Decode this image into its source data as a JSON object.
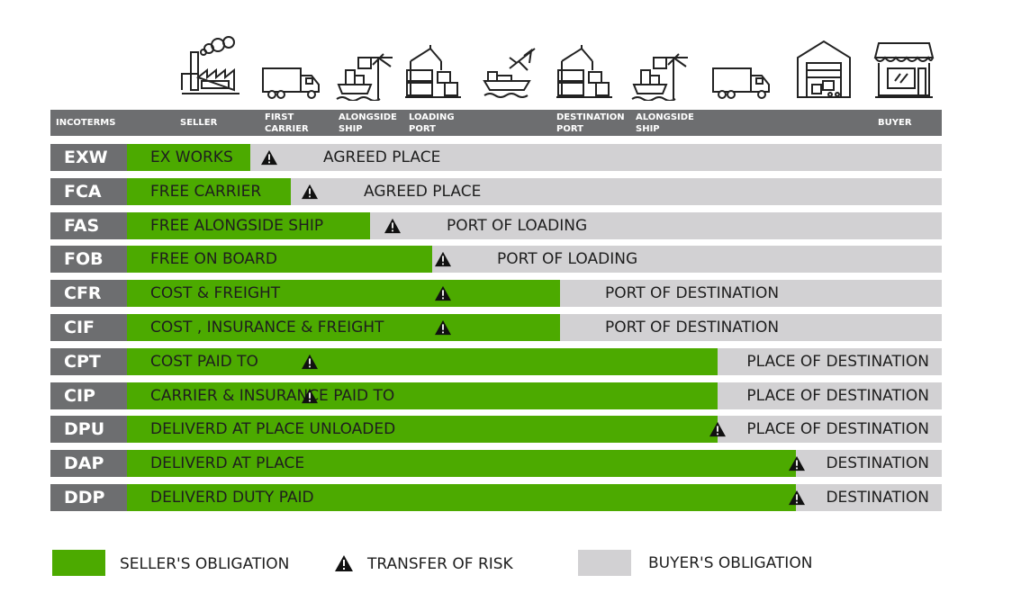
{
  "header": {
    "incoterms": "INCOTERMS",
    "seller": "SELLER",
    "first_carrier": [
      "FIRST",
      "CARRIER"
    ],
    "alongside_ship_1": [
      "ALONGSIDE",
      "SHIP"
    ],
    "loading_port": [
      "LOADING",
      "PORT"
    ],
    "destination_port": [
      "DESTINATION",
      "PORT"
    ],
    "alongside_ship_2": [
      "ALONGSIDE",
      "SHIP"
    ],
    "buyer": "BUYER"
  },
  "icons": [
    "factory-icon",
    "truck-icon",
    "crane-ship-icon",
    "container-crane-icon",
    "cargo-ship-plane-icon",
    "container-crane-icon",
    "crane-ship-icon",
    "truck-icon",
    "warehouse-icon",
    "shop-icon"
  ],
  "rows": [
    {
      "code": "EXW",
      "seller_label": "EX WORKS",
      "buyer_label": "AGREED PLACE",
      "seller_pct": 0.1388,
      "risk_pct": 0.1494
    },
    {
      "code": "FCA",
      "seller_label": "FREE CARRIER",
      "buyer_label": "AGREED PLACE",
      "seller_pct": 0.1843,
      "risk_pct": 0.1949
    },
    {
      "code": "FAS",
      "seller_label": "FREE ALONGSIDE SHIP",
      "buyer_label": "PORT OF LOADING",
      "seller_pct": 0.2726,
      "risk_pct": 0.2881
    },
    {
      "code": "FOB",
      "seller_label": "FREE ON BOARD",
      "buyer_label": "PORT OF LOADING",
      "seller_pct": 0.3422,
      "risk_pct": 0.3449
    },
    {
      "code": "CFR",
      "seller_label": "COST & FREIGHT",
      "buyer_label": "PORT OF DESTINATION",
      "seller_pct": 0.4854,
      "risk_pct": 0.3449
    },
    {
      "code": "CIF",
      "seller_label": "COST , INSURANCE & FREIGHT",
      "buyer_label": "PORT OF DESTINATION",
      "seller_pct": 0.4854,
      "risk_pct": 0.3449
    },
    {
      "code": "CPT",
      "seller_label": "COST PAID TO",
      "buyer_label": "PLACE OF DESTINATION",
      "seller_pct": 0.6623,
      "risk_pct": 0.1949
    },
    {
      "code": "CIP",
      "seller_label": "CARRIER & INSURANCE PAID TO",
      "buyer_label": "PLACE OF DESTINATION",
      "seller_pct": 0.6623,
      "risk_pct": 0.1949
    },
    {
      "code": "DPU",
      "seller_label": "DELIVERD AT PLACE UNLOADED",
      "buyer_label": "PLACE OF DESTINATION",
      "seller_pct": 0.6623,
      "risk_pct": 0.6521
    },
    {
      "code": "DAP",
      "seller_label": "DELIVERD AT PLACE",
      "buyer_label": "DESTINATION",
      "seller_pct": 0.7507,
      "risk_pct": 0.7417
    },
    {
      "code": "DDP",
      "seller_label": "DELIVERD DUTY PAID",
      "buyer_label": "DESTINATION",
      "seller_pct": 0.7507,
      "risk_pct": 0.7417
    }
  ],
  "legend": {
    "seller": "SELLER'S OBLIGATION",
    "risk": "TRANSFER OF RISK",
    "buyer": "BUYER'S OBLIGATION"
  },
  "colors": {
    "seller": "#4caa00",
    "buyer": "#d2d1d3",
    "header": "#6d6e70",
    "text": "#1e1e1e"
  }
}
